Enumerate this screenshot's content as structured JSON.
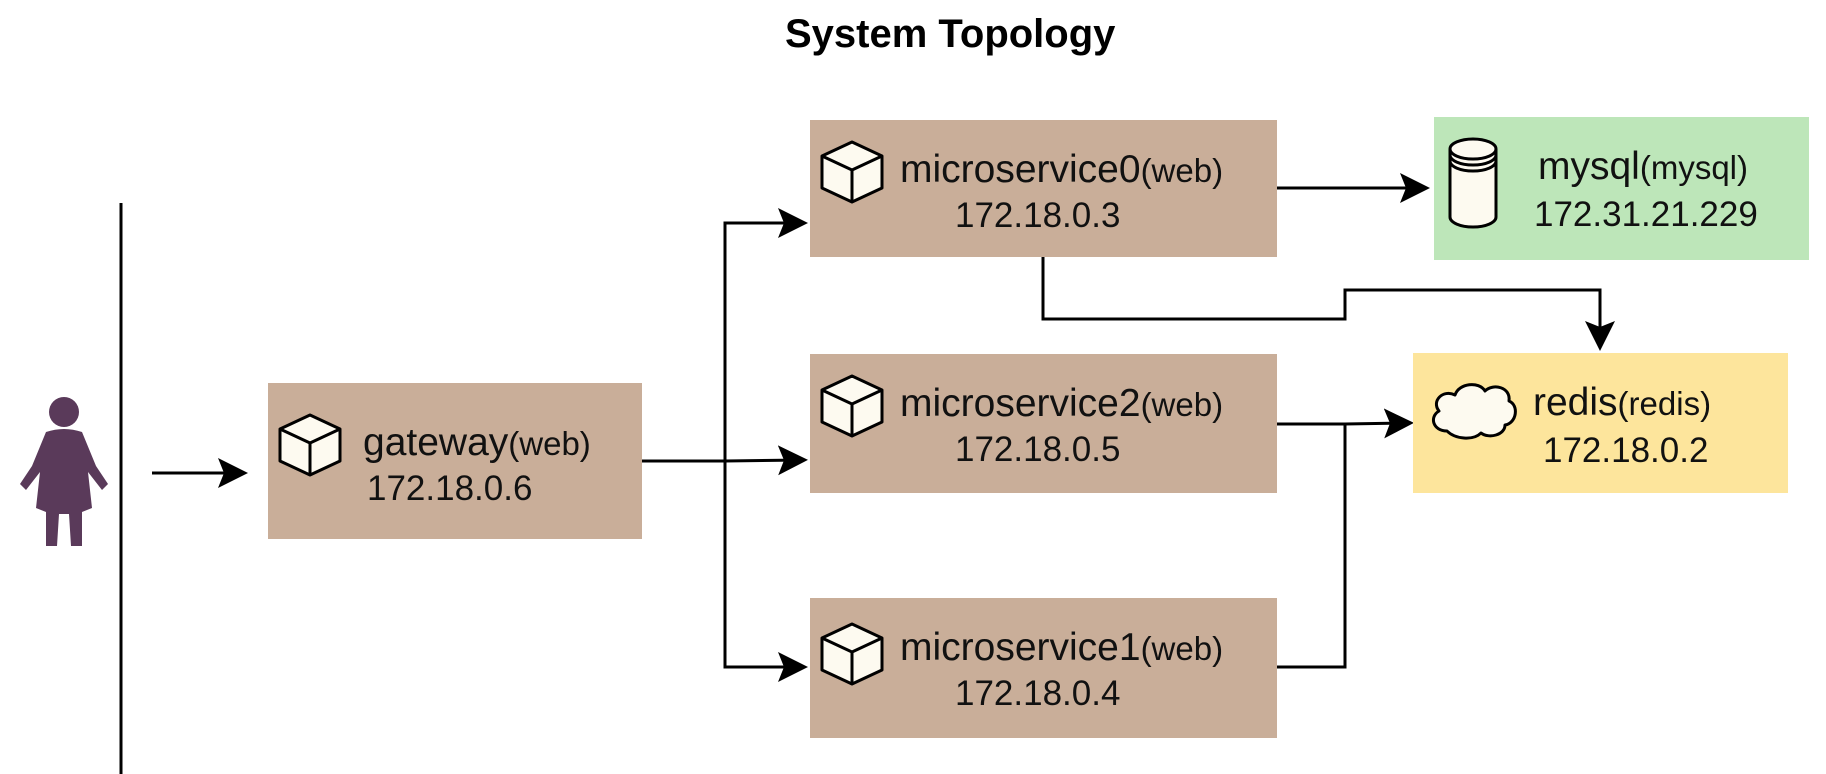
{
  "title": "System Topology",
  "colors": {
    "service": "#c9ae99",
    "mysql": "#bde6b9",
    "redis": "#fde59c",
    "user": "#5a3a5a",
    "icon_fill": "#fdfaf0"
  },
  "user": {
    "icon": "user-person-icon"
  },
  "nodes": {
    "gateway": {
      "name": "gateway",
      "kind": "(web)",
      "ip": "172.18.0.6",
      "icon": "cube-icon"
    },
    "ms0": {
      "name": "microservice0",
      "kind": "(web)",
      "ip": "172.18.0.3",
      "icon": "cube-icon"
    },
    "ms2": {
      "name": "microservice2",
      "kind": "(web)",
      "ip": "172.18.0.5",
      "icon": "cube-icon"
    },
    "ms1": {
      "name": "microservice1",
      "kind": "(web)",
      "ip": "172.18.0.4",
      "icon": "cube-icon"
    },
    "mysql": {
      "name": "mysql",
      "kind": "(mysql)",
      "ip": "172.31.21.229",
      "icon": "database-cylinder-icon"
    },
    "redis": {
      "name": "redis",
      "kind": "(redis)",
      "ip": "172.18.0.2",
      "icon": "cloud-icon"
    }
  },
  "edges": [
    {
      "from": "user",
      "to": "gateway"
    },
    {
      "from": "gateway",
      "to": "microservice0"
    },
    {
      "from": "gateway",
      "to": "microservice2"
    },
    {
      "from": "gateway",
      "to": "microservice1"
    },
    {
      "from": "microservice0",
      "to": "mysql"
    },
    {
      "from": "microservice0",
      "to": "redis"
    },
    {
      "from": "microservice2",
      "to": "redis"
    },
    {
      "from": "microservice1",
      "to": "redis"
    }
  ]
}
